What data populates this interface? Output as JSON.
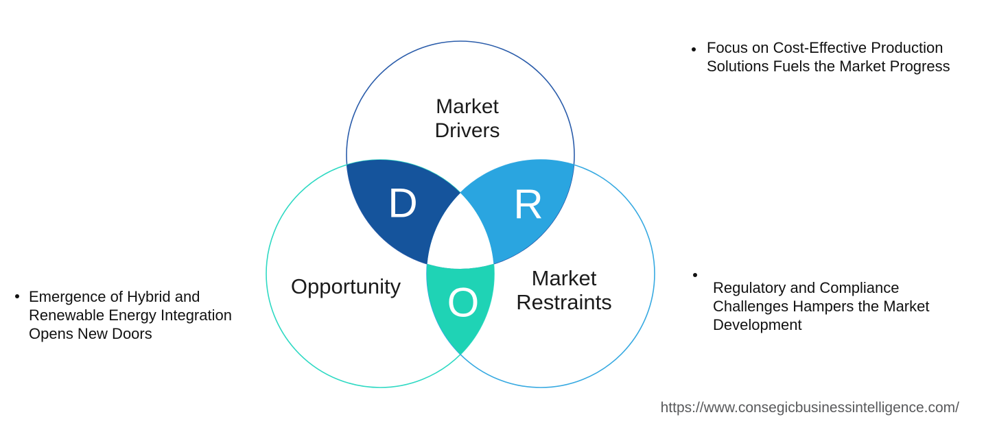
{
  "diagram": {
    "title": "Drivers, Restraints and Opportunity venn diagram",
    "circles": {
      "drivers": {
        "label": "Market\nDrivers",
        "outline_color": "#2A5CAA"
      },
      "opportunity": {
        "label": "Opportunity",
        "outline_color": "#2ED9C3"
      },
      "restraints": {
        "label": "Market\nRestraints",
        "outline_color": "#36A9E1"
      }
    },
    "overlaps": {
      "drivers_opportunity": {
        "letter": "D",
        "fill_color": "#15549C"
      },
      "drivers_restraints": {
        "letter": "R",
        "fill_color": "#2AA5E0"
      },
      "opportunity_restraints": {
        "letter": "O",
        "fill_color": "#1FD3B5"
      }
    },
    "letter_color": "#FFFFFF"
  },
  "bullets": {
    "opportunity_note": {
      "text": "Emergence of Hybrid and\nRenewable Energy Integration\nOpens New Doors"
    },
    "driver_note": {
      "text": "Focus on Cost-Effective Production\nSolutions Fuels the Market Progress"
    },
    "restraint_note": {
      "text": "Regulatory and Compliance\nChallenges Hampers the Market\nDevelopment"
    }
  },
  "footer": {
    "url": "https://www.consegicbusinessintelligence.com/"
  }
}
